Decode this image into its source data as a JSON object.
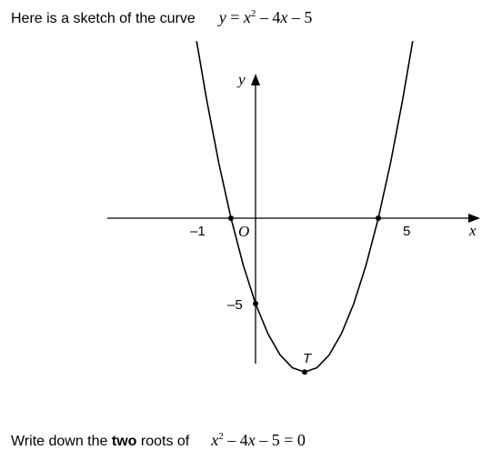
{
  "intro": {
    "text": "Here is a sketch of the curve",
    "equation": {
      "lhs": "y",
      "eq": " = ",
      "base": "x",
      "exp": "2",
      "rest_minus": " – 4",
      "rest_var": "x",
      "rest_tail": " – 5"
    }
  },
  "graph": {
    "y_axis_label": "y",
    "x_axis_label": "x",
    "origin_label": "O",
    "root_left_label": "–1",
    "root_right_label": "5",
    "y_intercept_label": "–5",
    "vertex_label": "T"
  },
  "chart_data": {
    "type": "line",
    "title": "",
    "xlabel": "x",
    "ylabel": "y",
    "series": [
      {
        "x": [
          -2.4,
          -2,
          -1.5,
          -1,
          -0.5,
          0,
          0.5,
          1,
          1.5,
          2,
          2.5,
          3,
          3.5,
          4,
          4.5,
          5,
          5.5,
          6,
          6.4
        ],
        "y": [
          10.36,
          7,
          3.25,
          0,
          -2.75,
          -5,
          -6.75,
          -8,
          -8.75,
          -9,
          -8.75,
          -8,
          -6.75,
          -5,
          -2.75,
          0,
          3.25,
          7,
          10.36
        ]
      }
    ],
    "marked_points": [
      {
        "label": "–1",
        "x": -1,
        "y": 0
      },
      {
        "label": "5",
        "x": 5,
        "y": 0
      },
      {
        "label": "–5",
        "x": 0,
        "y": -5
      },
      {
        "label": "T",
        "x": 2,
        "y": -9
      }
    ],
    "grid": false,
    "legend": "none"
  },
  "question": {
    "text_before": "Write down the ",
    "bold": "two",
    "text_after": " roots of",
    "equation": {
      "base": "x",
      "exp": "2",
      "rest_minus": " – 4",
      "rest_var": "x",
      "rest_tail": " – 5 = 0"
    }
  }
}
